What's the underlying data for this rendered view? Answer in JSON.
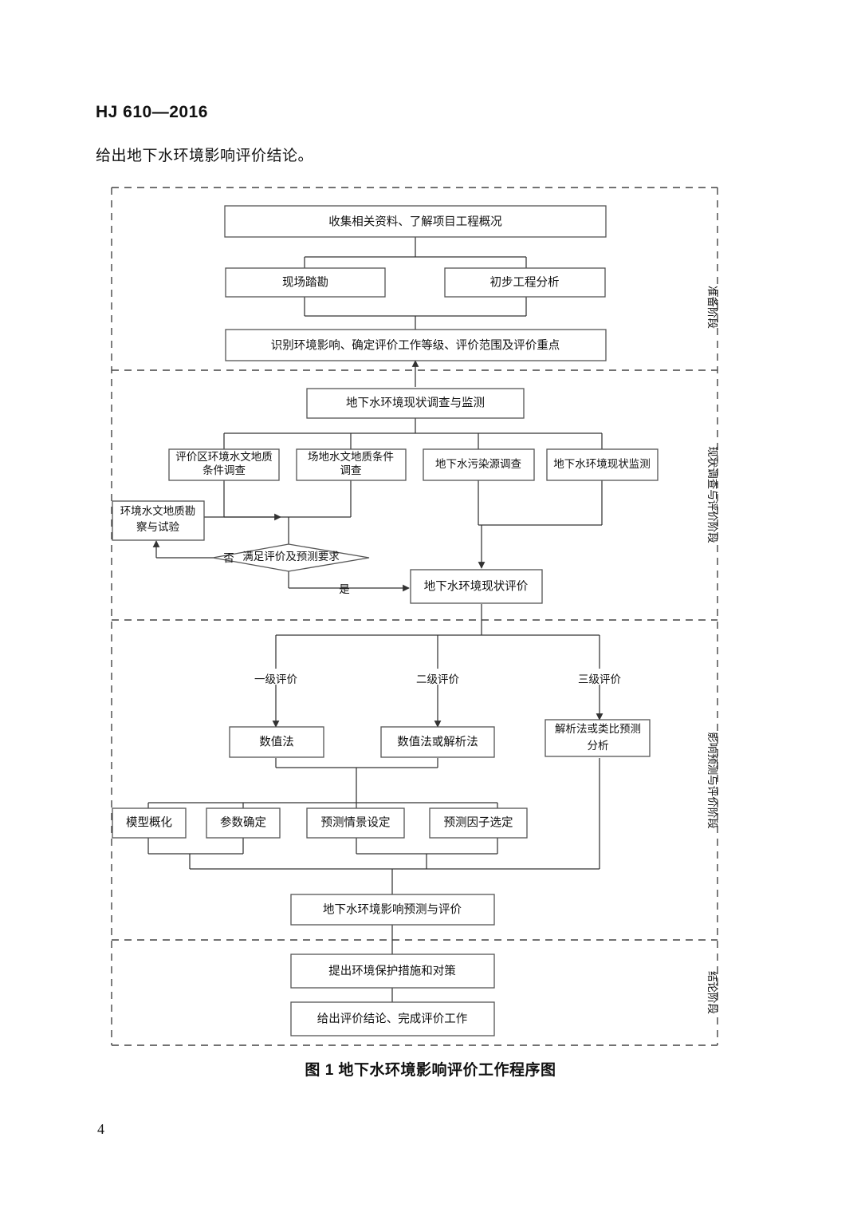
{
  "document": {
    "standard_code": "HJ 610—2016",
    "intro_text": "给出地下水环境影响评价结论。",
    "figure_caption": "图 1   地下水环境影响评价工作程序图",
    "page_number": "4"
  },
  "chart_data": {
    "type": "diagram",
    "title": "图 1   地下水环境影响评价工作程序图",
    "diagram_kind": "flowchart",
    "orientation": "top-to-bottom",
    "stages": [
      {
        "id": "stage1",
        "label": "准备阶段"
      },
      {
        "id": "stage2",
        "label": "现状调查与评价阶段"
      },
      {
        "id": "stage3",
        "label": "影响预测与评价阶段"
      },
      {
        "id": "stage4",
        "label": "结论阶段"
      }
    ],
    "nodes": [
      {
        "id": "n1",
        "label": "收集相关资料、了解项目工程概况",
        "shape": "rect",
        "stage": "stage1"
      },
      {
        "id": "n2",
        "label": "现场踏勘",
        "shape": "rect",
        "stage": "stage1"
      },
      {
        "id": "n3",
        "label": "初步工程分析",
        "shape": "rect",
        "stage": "stage1"
      },
      {
        "id": "n4",
        "label": "识别环境影响、确定评价工作等级、评价范围及评价重点",
        "shape": "rect",
        "stage": "stage1"
      },
      {
        "id": "n5",
        "label": "地下水环境现状调查与监测",
        "shape": "rect",
        "stage": "stage2"
      },
      {
        "id": "n6",
        "label": "评价区环境水文地质条件调查",
        "shape": "rect",
        "stage": "stage2"
      },
      {
        "id": "n7",
        "label": "场地水文地质条件调查",
        "shape": "rect",
        "stage": "stage2"
      },
      {
        "id": "n8",
        "label": "地下水污染源调查",
        "shape": "rect",
        "stage": "stage2"
      },
      {
        "id": "n9",
        "label": "地下水环境现状监测",
        "shape": "rect",
        "stage": "stage2"
      },
      {
        "id": "n10",
        "label": "环境水文地质勘察与试验",
        "shape": "rect",
        "stage": "stage2"
      },
      {
        "id": "n11",
        "label": "满足评价及预测要求",
        "shape": "diamond",
        "stage": "stage2"
      },
      {
        "id": "n12",
        "label": "地下水环境现状评价",
        "shape": "rect",
        "stage": "stage2"
      },
      {
        "id": "n13",
        "label": "数值法",
        "shape": "rect",
        "stage": "stage3"
      },
      {
        "id": "n14",
        "label": "数值法或解析法",
        "shape": "rect",
        "stage": "stage3"
      },
      {
        "id": "n15",
        "label": "解析法或类比预测分析",
        "shape": "rect",
        "stage": "stage3"
      },
      {
        "id": "n16",
        "label": "模型概化",
        "shape": "rect",
        "stage": "stage3"
      },
      {
        "id": "n17",
        "label": "参数确定",
        "shape": "rect",
        "stage": "stage3"
      },
      {
        "id": "n18",
        "label": "预测情景设定",
        "shape": "rect",
        "stage": "stage3"
      },
      {
        "id": "n19",
        "label": "预测因子选定",
        "shape": "rect",
        "stage": "stage3"
      },
      {
        "id": "n20",
        "label": "地下水环境影响预测与评价",
        "shape": "rect",
        "stage": "stage3"
      },
      {
        "id": "n21",
        "label": "提出环境保护措施和对策",
        "shape": "rect",
        "stage": "stage4"
      },
      {
        "id": "n22",
        "label": "给出评价结论、完成评价工作",
        "shape": "rect",
        "stage": "stage4"
      }
    ],
    "edge_labels": {
      "level1": "一级评价",
      "level2": "二级评价",
      "level3": "三级评价",
      "no": "否",
      "yes": "是"
    },
    "edges": [
      {
        "from": "n1",
        "to": "n2"
      },
      {
        "from": "n1",
        "to": "n3"
      },
      {
        "from": "n2",
        "to": "n4"
      },
      {
        "from": "n3",
        "to": "n4"
      },
      {
        "from": "n4",
        "to": "n5"
      },
      {
        "from": "n5",
        "to": "n6"
      },
      {
        "from": "n5",
        "to": "n7"
      },
      {
        "from": "n5",
        "to": "n8"
      },
      {
        "from": "n5",
        "to": "n9"
      },
      {
        "from": "n6",
        "to": "n11"
      },
      {
        "from": "n7",
        "to": "n11"
      },
      {
        "from": "n10",
        "to": "n11"
      },
      {
        "from": "n11",
        "to": "n10",
        "label": "否"
      },
      {
        "from": "n11",
        "to": "n12",
        "label": "是"
      },
      {
        "from": "n8",
        "to": "n12"
      },
      {
        "from": "n9",
        "to": "n12"
      },
      {
        "from": "n12",
        "to": "n13",
        "label": "一级评价"
      },
      {
        "from": "n12",
        "to": "n14",
        "label": "二级评价"
      },
      {
        "from": "n12",
        "to": "n15",
        "label": "三级评价"
      },
      {
        "from": "n13",
        "to": "n16"
      },
      {
        "from": "n13",
        "to": "n17"
      },
      {
        "from": "n14",
        "to": "n18"
      },
      {
        "from": "n14",
        "to": "n19"
      },
      {
        "from": "n16",
        "to": "n20"
      },
      {
        "from": "n17",
        "to": "n20"
      },
      {
        "from": "n18",
        "to": "n20"
      },
      {
        "from": "n19",
        "to": "n20"
      },
      {
        "from": "n15",
        "to": "n20"
      },
      {
        "from": "n20",
        "to": "n21"
      },
      {
        "from": "n21",
        "to": "n22"
      }
    ]
  },
  "colors": {
    "box_stroke": "#555555",
    "edge": "#333333",
    "dashed_border": "#444444",
    "text": "#111111",
    "background": "#ffffff"
  }
}
